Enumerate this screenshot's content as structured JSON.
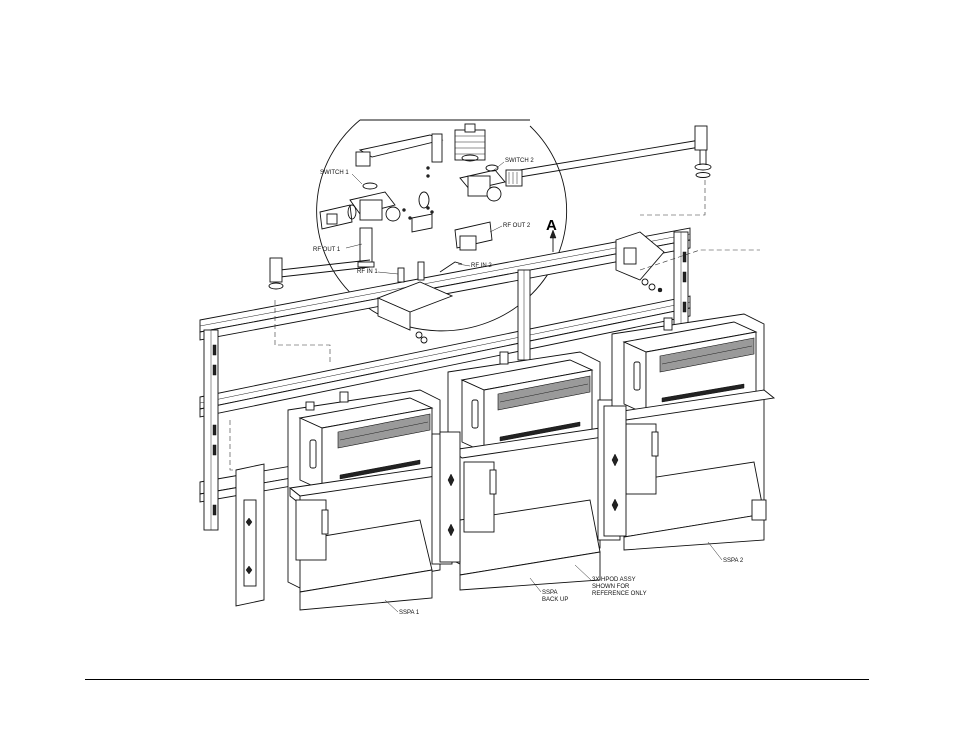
{
  "labels": {
    "switch1": "SWITCH 1",
    "switch2": "SWITCH 2",
    "rf_out1": "RF OUT 1",
    "rf_out2": "RF OUT 2",
    "rf_in1": "RF IN 1",
    "rf_in2": "RF IN 2",
    "detail": "A",
    "sspa1": "SSPA 1",
    "ssp_backup_line1": "SSPA",
    "ssp_backup_line2": "BACK UP",
    "hpod_line1": "3X HPOD ASSY",
    "hpod_line2": "SHOWN FOR",
    "hpod_line3": "REFERENCE ONLY",
    "sspa2": "SSPA 2"
  }
}
